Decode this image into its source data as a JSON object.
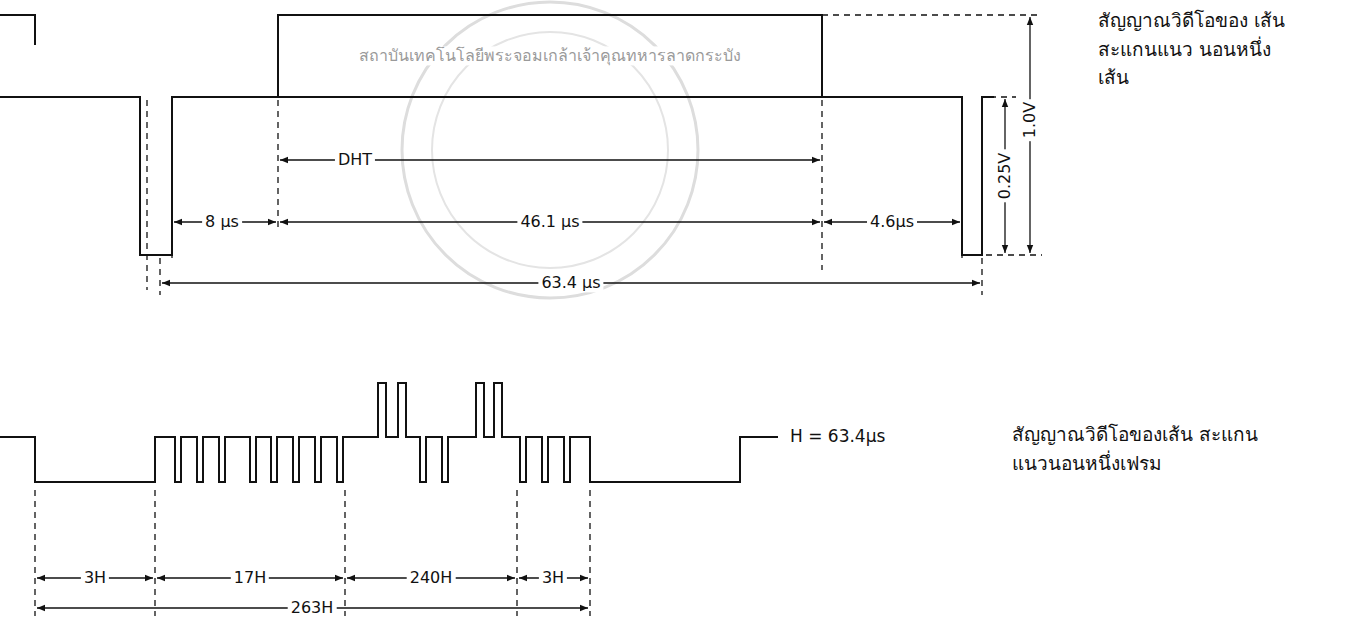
{
  "diagram": {
    "labels": [
      "สถาบันเทคโนโลยีพระจอมเกล้าเจ้าคุณทหารลาดกระบัง",
      "สัญญาณวิดีโอของ เส้นสะแกนแนว นอนหนึ่งเส้น",
      "1.0V",
      "0.25V",
      "DHT",
      "8 µs",
      "46.1 µs",
      "4.6µs",
      "63.4 µs",
      "H = 63.4µs",
      "สัญญาณวิดีโอของเส้น สะแกนแนวนอนหนึ่งเฟรม",
      "3H",
      "17H",
      "240H",
      "3H",
      "263H"
    ]
  }
}
